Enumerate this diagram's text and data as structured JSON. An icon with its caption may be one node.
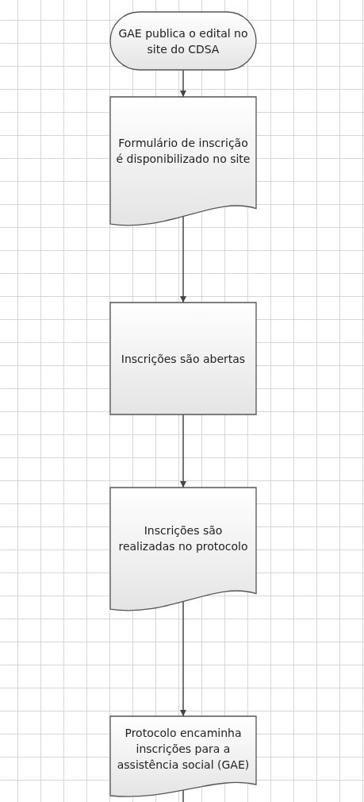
{
  "diagram": {
    "nodes": [
      {
        "text": [
          "GAE publica o edital no site do CDSA"
        ]
      },
      {
        "text": [
          "Formulário de inscrição é disponibilizado no site"
        ]
      },
      {
        "text": [
          "Inscrições são abertas"
        ]
      },
      {
        "text": [
          "Inscrições são realizadas no protocolo"
        ]
      },
      {
        "text": [
          "Protocolo encaminha inscrições para a assistência social (GAE)"
        ]
      }
    ],
    "edges": [
      {
        "from": 0,
        "to": 1,
        "arrow": "to"
      },
      {
        "from": 1,
        "to": 2,
        "arrow": "to"
      },
      {
        "from": 2,
        "to": 3,
        "arrow": "to"
      },
      {
        "from": 3,
        "to": 4,
        "arrow": "to"
      },
      {
        "from": 4,
        "to": null,
        "arrow": "none"
      }
    ]
  }
}
